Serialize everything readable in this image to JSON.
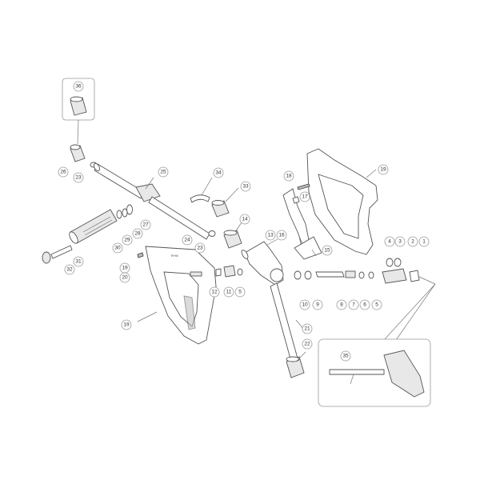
{
  "diagram": {
    "callouts": [
      "36",
      "26",
      "23",
      "25",
      "34",
      "33",
      "18",
      "17",
      "19",
      "16",
      "14",
      "13",
      "15",
      "24",
      "23b",
      "27",
      "28",
      "29",
      "30",
      "31",
      "32",
      "19b",
      "20",
      "12",
      "11",
      "5",
      "10",
      "9",
      "8",
      "7",
      "6",
      "5b",
      "4",
      "3",
      "2",
      "1",
      "21",
      "22",
      "35",
      "19c"
    ],
    "callout_labels": {
      "36": "36",
      "26": "26",
      "23": "23",
      "25": "25",
      "34": "34",
      "33": "33",
      "18": "18",
      "17": "17",
      "19": "19",
      "16": "16",
      "14": "14",
      "13": "13",
      "15": "15",
      "24": "24",
      "23b": "23",
      "27": "27",
      "28": "28",
      "29": "29",
      "30": "30",
      "31": "31",
      "32": "32",
      "19b": "19",
      "20": "20",
      "12": "12",
      "11": "11",
      "5": "5",
      "10": "10",
      "9": "9",
      "8": "8",
      "7": "7",
      "6": "6",
      "5b": "5",
      "4": "4",
      "3": "3",
      "2": "2",
      "1": "1",
      "21": "21",
      "22": "22",
      "35": "35",
      "19c": "19"
    },
    "brand_mark": "R+M"
  }
}
